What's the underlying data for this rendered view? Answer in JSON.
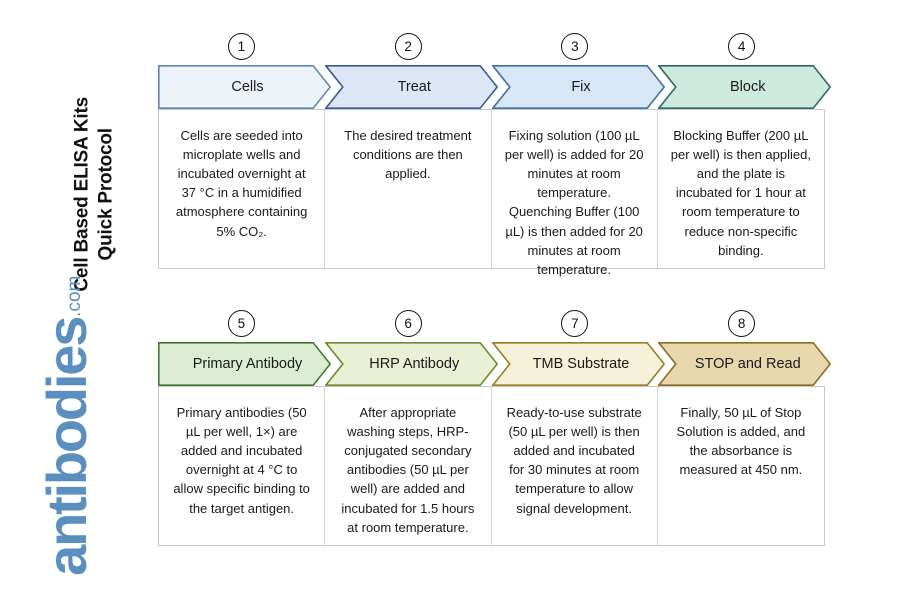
{
  "title": "Cell Based ELISA Kits\nQuick Protocol",
  "brand": {
    "name": "antibodies",
    "tld": ".com",
    "color": "#5b8fc0"
  },
  "rows": [
    {
      "steps": [
        {
          "number": "1",
          "label": "Cells",
          "fill": "#eef3fa",
          "stroke": "#5f87b0",
          "text": "Cells are seeded into microplate wells and incubated overnight at 37 °C in a humidified atmosphere containing 5% CO₂."
        },
        {
          "number": "2",
          "label": "Treat",
          "fill": "#dde6f5",
          "stroke": "#3a5b96",
          "text": "The desired treatment conditions are then applied."
        },
        {
          "number": "3",
          "label": "Fix",
          "fill": "#d8e7f5",
          "stroke": "#3f6fa0",
          "text": "Fixing solution (100 µL per well) is added for 20 minutes at room temperature. Quenching Buffer (100 µL) is then added for 20 minutes at room temperature."
        },
        {
          "number": "4",
          "label": "Block",
          "fill": "#cdeade",
          "stroke": "#2e6a64",
          "text": "Blocking Buffer (200 µL per well) is then applied, and the plate is incubated for 1 hour at room temperature to reduce non-specific binding."
        }
      ]
    },
    {
      "steps": [
        {
          "number": "5",
          "label": "Primary Antibody",
          "fill": "#dcedd2",
          "stroke": "#3f7a34",
          "text": "Primary antibodies (50 µL per well, 1×) are added and incubated overnight at 4 °C to allow specific binding to the target antigen."
        },
        {
          "number": "6",
          "label": "HRP Antibody",
          "fill": "#eaf0d5",
          "stroke": "#6f8c2a",
          "text": "After appropriate washing steps, HRP-conjugated secondary antibodies (50 µL per well) are added and incubated for 1.5 hours at room temperature."
        },
        {
          "number": "7",
          "label": "TMB Substrate",
          "fill": "#f6f1d9",
          "stroke": "#9a7d23",
          "text": "Ready-to-use substrate (50 µL per well) is then added and incubated for 30 minutes at room temperature to allow signal development."
        },
        {
          "number": "8",
          "label": "STOP and Read",
          "fill": "#e8d7ad",
          "stroke": "#8a6d22",
          "text": "Finally, 50 µL of Stop Solution is added, and the absorbance is measured at 450 nm."
        }
      ]
    }
  ]
}
